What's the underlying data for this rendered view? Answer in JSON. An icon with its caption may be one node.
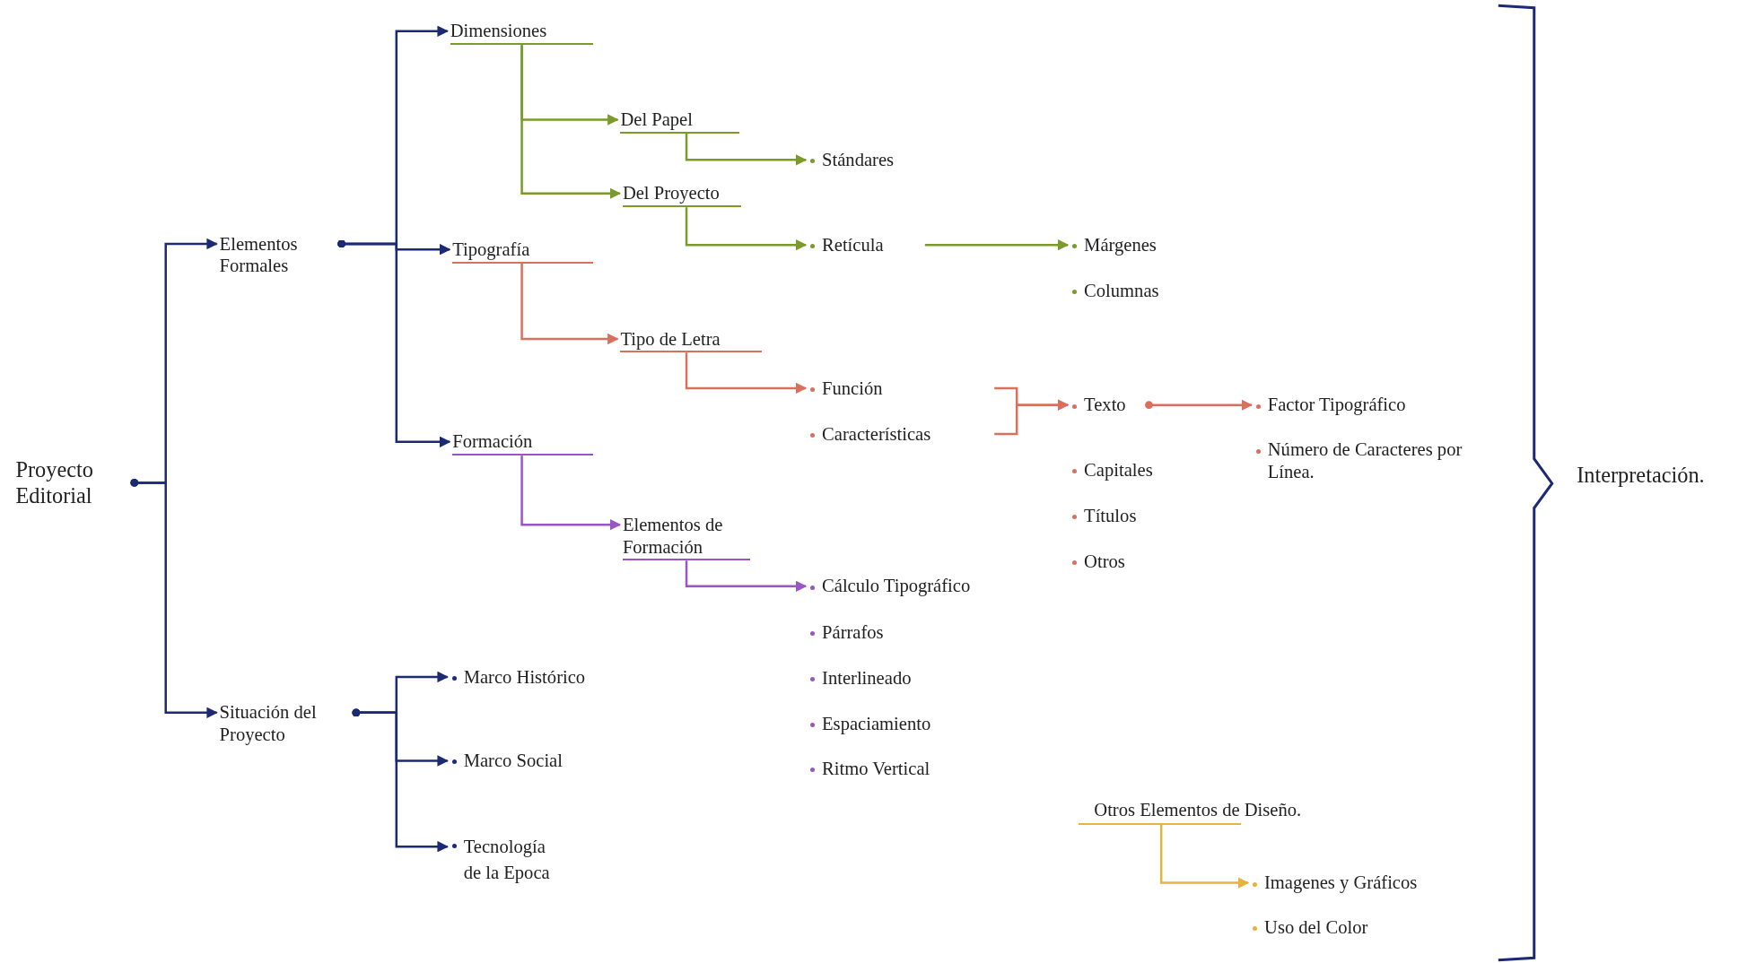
{
  "diagram": {
    "nodes": [
      {
        "text": [
          "Proyecto Editorial"
        ]
      },
      {
        "text": [
          "Elementos Formales"
        ]
      },
      {
        "text": [
          "Situación del Proyecto"
        ]
      },
      {
        "text": [
          "Dimensiones"
        ]
      },
      {
        "text": [
          "Tipografía"
        ]
      },
      {
        "text": [
          "Formación"
        ]
      },
      {
        "text": [
          "Del Papel"
        ]
      },
      {
        "text": [
          "Del Proyecto"
        ]
      },
      {
        "text": [
          "Stándares"
        ]
      },
      {
        "text": [
          "Retícula"
        ]
      },
      {
        "text": [
          "Márgenes"
        ]
      },
      {
        "text": [
          "Columnas"
        ]
      },
      {
        "text": [
          "Tipo de Letra"
        ]
      },
      {
        "text": [
          "Función"
        ]
      },
      {
        "text": [
          "Características"
        ]
      },
      {
        "text": [
          "Texto"
        ]
      },
      {
        "text": [
          "Factor Tipográfico"
        ]
      },
      {
        "text": [
          "Número de Caracteres por Línea."
        ]
      },
      {
        "text": [
          "Capitales"
        ]
      },
      {
        "text": [
          "Títulos"
        ]
      },
      {
        "text": [
          "Otros"
        ]
      },
      {
        "text": [
          "Elementos de Formación"
        ]
      },
      {
        "text": [
          "Cálculo Tipográfico"
        ]
      },
      {
        "text": [
          "Párrafos"
        ]
      },
      {
        "text": [
          "Interlineado"
        ]
      },
      {
        "text": [
          "Espaciamiento"
        ]
      },
      {
        "text": [
          "Ritmo Vertical"
        ]
      },
      {
        "text": [
          "Marco Histórico"
        ]
      },
      {
        "text": [
          "Marco Social"
        ]
      },
      {
        "text": [
          "Tecnología de la Epoca"
        ]
      },
      {
        "text": [
          "Otros Elementos de Diseño."
        ]
      },
      {
        "text": [
          "Imagenes y Gráficos"
        ]
      },
      {
        "text": [
          "Uso del Color"
        ]
      },
      {
        "text": [
          "Interpretación."
        ]
      }
    ],
    "edges": [
      {
        "from": 0,
        "to": 1,
        "arrow": "to"
      },
      {
        "from": 0,
        "to": 2,
        "arrow": "to"
      },
      {
        "from": 1,
        "to": 3,
        "arrow": "to"
      },
      {
        "from": 1,
        "to": 4,
        "arrow": "to"
      },
      {
        "from": 1,
        "to": 5,
        "arrow": "to"
      },
      {
        "from": 2,
        "to": 27,
        "arrow": "to"
      },
      {
        "from": 2,
        "to": 28,
        "arrow": "to"
      },
      {
        "from": 2,
        "to": 29,
        "arrow": "to"
      },
      {
        "from": 3,
        "to": 6,
        "arrow": "to",
        "color": "#7a9a2a"
      },
      {
        "from": 3,
        "to": 7,
        "arrow": "to",
        "color": "#7a9a2a"
      },
      {
        "from": 6,
        "to": 8,
        "arrow": "to",
        "color": "#7a9a2a"
      },
      {
        "from": 7,
        "to": 9,
        "arrow": "to",
        "color": "#7a9a2a"
      },
      {
        "from": 9,
        "to": 10,
        "arrow": "to",
        "color": "#7a9a2a"
      },
      {
        "from": 4,
        "to": 12,
        "arrow": "to",
        "color": "#d8705e"
      },
      {
        "from": 12,
        "to": 13,
        "arrow": "to",
        "color": "#d8705e"
      },
      {
        "from": 13,
        "to": 15,
        "arrow": "to",
        "color": "#d8705e"
      },
      {
        "from": 14,
        "to": 15,
        "arrow": "to",
        "color": "#d8705e"
      },
      {
        "from": 15,
        "to": 16,
        "arrow": "to",
        "color": "#d8705e"
      },
      {
        "from": 5,
        "to": 21,
        "arrow": "to",
        "color": "#9a55c4"
      },
      {
        "from": 21,
        "to": 22,
        "arrow": "to",
        "color": "#9a55c4"
      },
      {
        "from": 30,
        "to": 31,
        "arrow": "to",
        "color": "#e6b43c"
      }
    ]
  }
}
